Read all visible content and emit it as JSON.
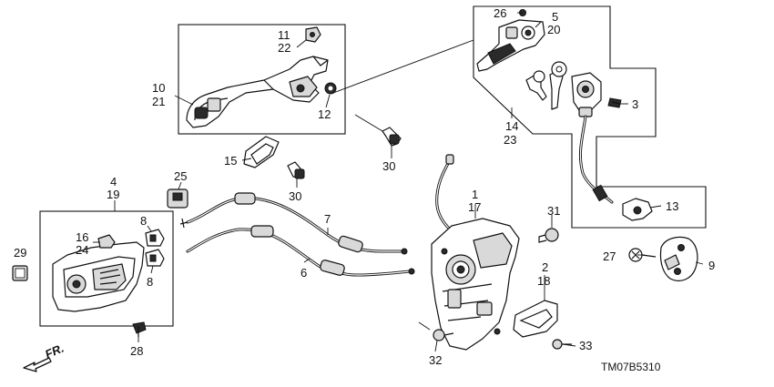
{
  "diagram_code": "TM07B5310",
  "direction_label": "FR.",
  "callouts": {
    "c1": "1",
    "c2": "2",
    "c3": "3",
    "c4": "4",
    "c5": "5",
    "c6": "6",
    "c7": "7",
    "c8a": "8",
    "c8b": "8",
    "c9": "9",
    "c10": "10",
    "c11": "11",
    "c12": "12",
    "c13": "13",
    "c14": "14",
    "c15": "15",
    "c16": "16",
    "c17": "17",
    "c18": "18",
    "c19": "19",
    "c20": "20",
    "c21": "21",
    "c22": "22",
    "c23": "23",
    "c24": "24",
    "c25": "25",
    "c26": "26",
    "c27": "27",
    "c28": "28",
    "c29": "29",
    "c30a": "30",
    "c30b": "30",
    "c31": "31",
    "c32": "32",
    "c33": "33"
  }
}
